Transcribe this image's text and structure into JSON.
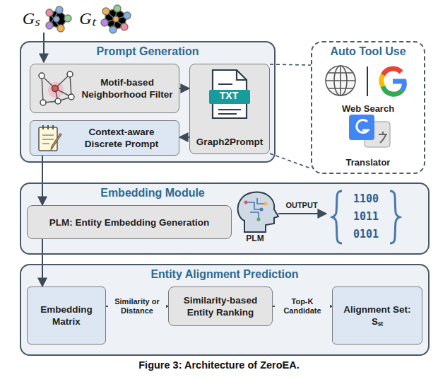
{
  "diagram": {
    "caption": "Figure 3: Architecture of ZeroEA.",
    "nodes": [
      {
        "text": [
          "Prompt Generation"
        ]
      },
      {
        "text": [
          "Motif-based Neighborhood Filter"
        ],
        "in": 0
      },
      {
        "text": [
          "Graph2Prompt"
        ],
        "in": 0
      },
      {
        "text": [
          "Context-aware Discrete Prompt"
        ],
        "in": 0
      },
      {
        "text": [
          "Auto Tool Use"
        ]
      },
      {
        "text": [
          "Embedding Module"
        ]
      },
      {
        "text": [
          "PLM: Entity Embedding Generation"
        ],
        "in": 5
      },
      {
        "text": [
          "Entity Alignment Prediction"
        ]
      },
      {
        "text": [
          "Embedding Matrix"
        ],
        "in": 7
      },
      {
        "text": [
          "Similarity-based Entity Ranking"
        ],
        "in": 7
      },
      {
        "text": [
          "Alignment Set: Sₛₜ"
        ],
        "in": 7
      }
    ],
    "edges": [
      {
        "from": 1,
        "to": 2,
        "arrow": "to"
      },
      {
        "from": 2,
        "to": 3,
        "arrow": "to"
      },
      {
        "from": 2,
        "to": 4,
        "arrow": "none"
      },
      {
        "from": 3,
        "to": 6,
        "arrow": "to"
      },
      {
        "from": 6,
        "to": 8,
        "arrow": "to"
      },
      {
        "from": 8,
        "to": 9,
        "label": "Similarity or Distance",
        "arrow": "to"
      },
      {
        "from": 9,
        "to": 10,
        "label": "Top-K Candidate",
        "arrow": "to"
      }
    ],
    "labels": [
      "Gₛ",
      "Gₜ",
      "TXT",
      "Web Search",
      "Translator",
      "PLM",
      "OUTPUT",
      "1100",
      "1011",
      "0101"
    ]
  }
}
